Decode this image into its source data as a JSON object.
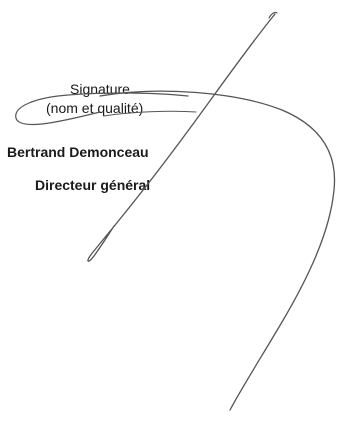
{
  "signature_block": {
    "label_signature": "Signature",
    "label_name_title": "(nom et qualité)",
    "signatory_name": "Bertrand Demonceau",
    "signatory_title": "Directeur général"
  },
  "colors": {
    "ink": "#555555",
    "text": "#1a1a1a",
    "background": "#ffffff"
  }
}
